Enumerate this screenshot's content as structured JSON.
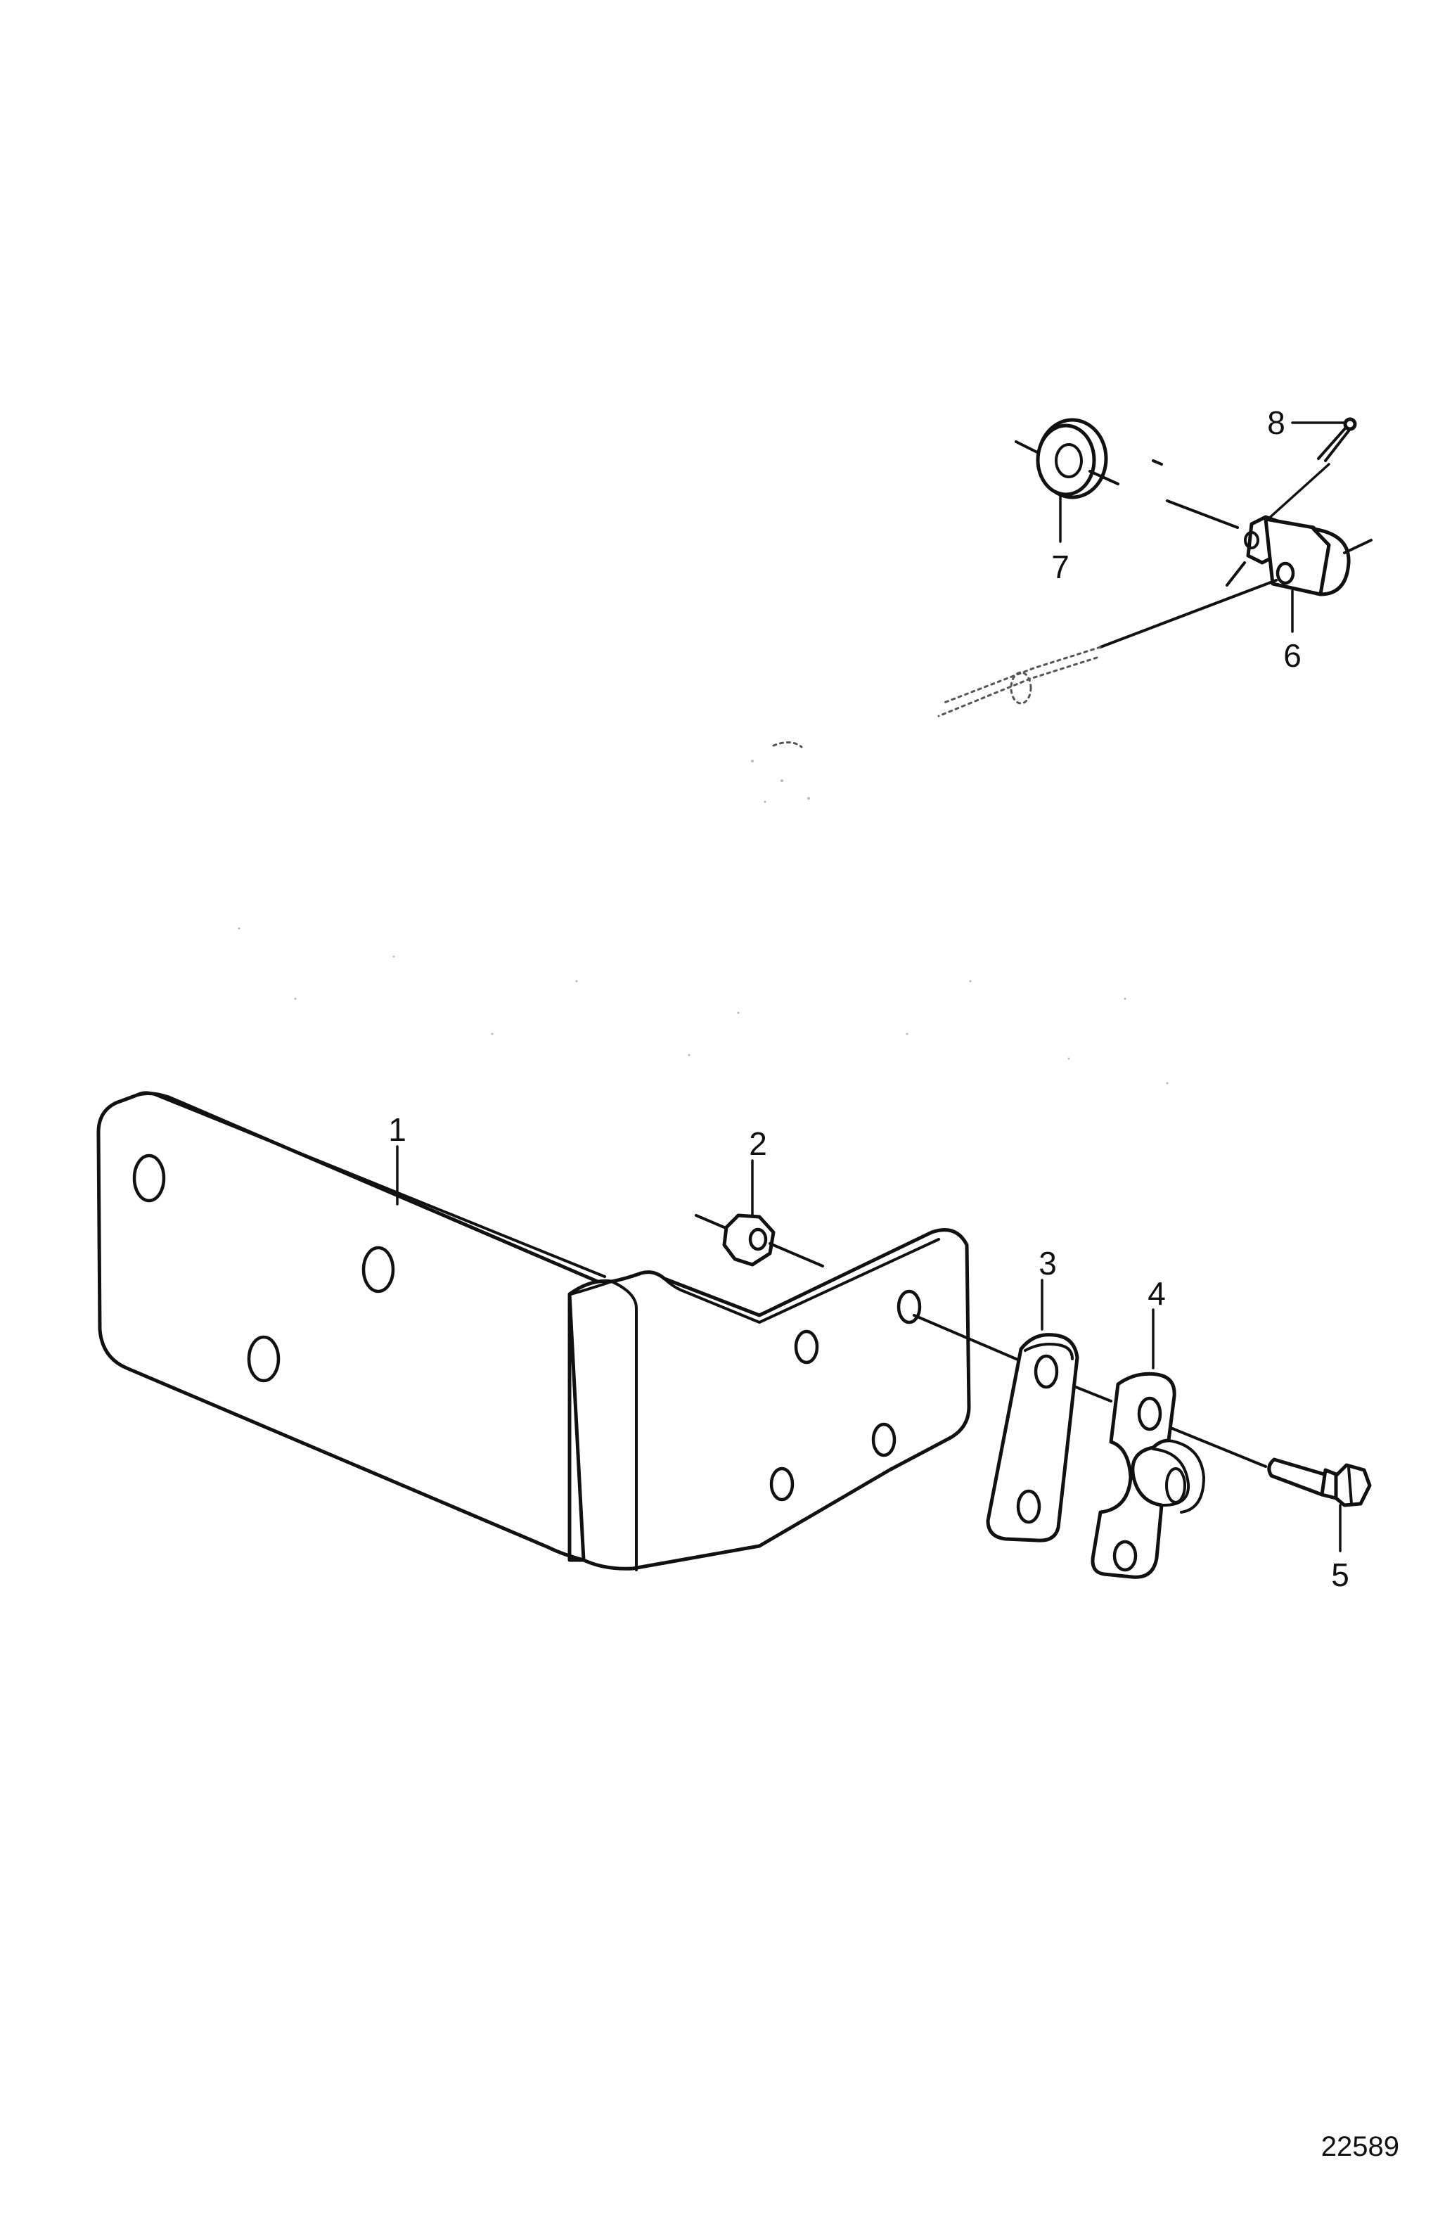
{
  "diagram": {
    "callouts": [
      "1",
      "2",
      "3",
      "4",
      "5",
      "6",
      "7",
      "8"
    ],
    "reference_number": "22589"
  },
  "colors": {
    "line": "#111111",
    "background": "#ffffff"
  }
}
